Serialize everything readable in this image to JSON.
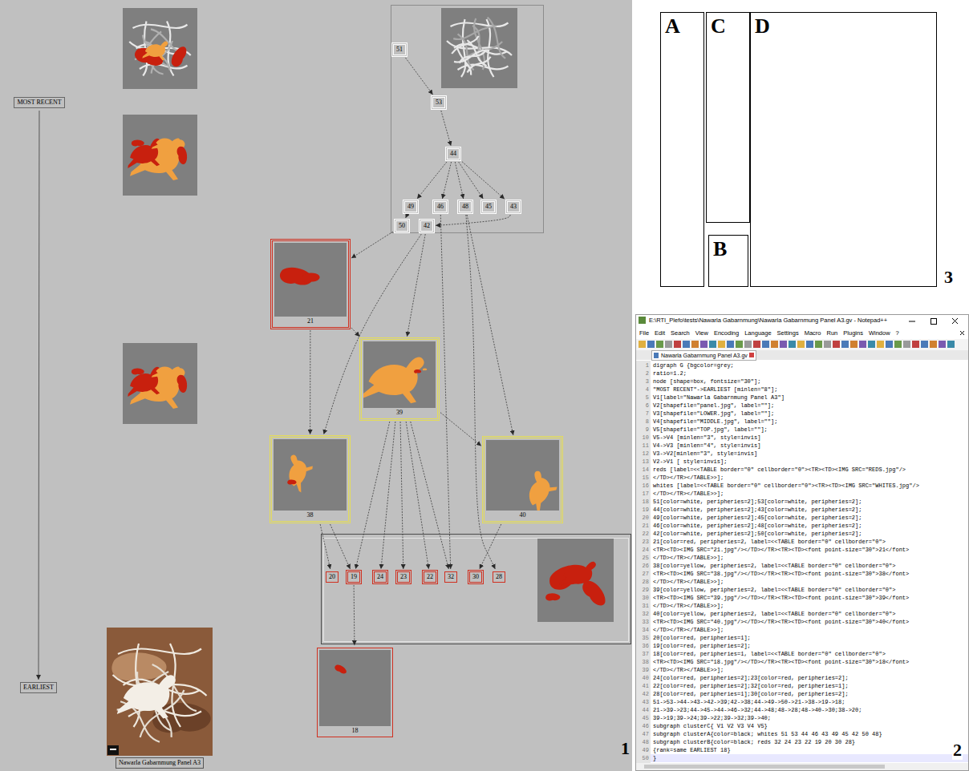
{
  "diagram": {
    "nodes": [
      {
        "text": [
          "MOST RECENT"
        ]
      },
      {
        "text": [
          "EARLIEST"
        ]
      },
      {
        "text": [
          "51"
        ]
      },
      {
        "text": [
          "53"
        ]
      },
      {
        "text": [
          "44"
        ]
      },
      {
        "text": [
          "49"
        ]
      },
      {
        "text": [
          "46"
        ]
      },
      {
        "text": [
          "48"
        ]
      },
      {
        "text": [
          "45"
        ]
      },
      {
        "text": [
          "43"
        ]
      },
      {
        "text": [
          "50"
        ]
      },
      {
        "text": [
          "42"
        ]
      },
      {
        "text": [
          "21"
        ]
      },
      {
        "text": [
          "39"
        ]
      },
      {
        "text": [
          "38"
        ]
      },
      {
        "text": [
          "40"
        ]
      },
      {
        "text": [
          "20"
        ]
      },
      {
        "text": [
          "19"
        ]
      },
      {
        "text": [
          "24"
        ]
      },
      {
        "text": [
          "23"
        ]
      },
      {
        "text": [
          "22"
        ]
      },
      {
        "text": [
          "32"
        ]
      },
      {
        "text": [
          "30"
        ]
      },
      {
        "text": [
          "28"
        ]
      },
      {
        "text": [
          "18"
        ]
      },
      {
        "text": [
          "Nawarla Gabarnmung Panel A3"
        ]
      },
      {
        "text": [
          "A"
        ]
      },
      {
        "text": [
          "C"
        ]
      },
      {
        "text": [
          "D"
        ]
      },
      {
        "text": [
          "B"
        ]
      }
    ],
    "edges": [
      {
        "from": 0,
        "to": 1,
        "arrow": "to"
      },
      {
        "from": 2,
        "to": 3,
        "arrow": "to"
      },
      {
        "from": 3,
        "to": 4,
        "arrow": "to"
      },
      {
        "from": 4,
        "to": 5,
        "arrow": "to"
      },
      {
        "from": 4,
        "to": 6,
        "arrow": "to"
      },
      {
        "from": 4,
        "to": 7,
        "arrow": "to"
      },
      {
        "from": 4,
        "to": 8,
        "arrow": "to"
      },
      {
        "from": 4,
        "to": 9,
        "arrow": "to"
      },
      {
        "from": 5,
        "to": 10,
        "arrow": "to"
      },
      {
        "from": 9,
        "to": 11,
        "arrow": "to"
      },
      {
        "from": 10,
        "to": 12,
        "arrow": "to"
      },
      {
        "from": 11,
        "to": 13,
        "arrow": "to"
      },
      {
        "from": 11,
        "to": 14,
        "arrow": "to"
      },
      {
        "from": 12,
        "to": 14,
        "arrow": "to"
      },
      {
        "from": 12,
        "to": 13,
        "arrow": "to"
      },
      {
        "from": 14,
        "to": 17,
        "arrow": "to"
      },
      {
        "from": 14,
        "to": 16,
        "arrow": "to"
      },
      {
        "from": 17,
        "to": 24,
        "arrow": "to"
      },
      {
        "from": 13,
        "to": 19,
        "arrow": "to"
      },
      {
        "from": 13,
        "to": 17,
        "arrow": "to"
      },
      {
        "from": 13,
        "to": 18,
        "arrow": "to"
      },
      {
        "from": 13,
        "to": 20,
        "arrow": "to"
      },
      {
        "from": 13,
        "to": 21,
        "arrow": "to"
      },
      {
        "from": 13,
        "to": 15,
        "arrow": "to"
      },
      {
        "from": 6,
        "to": 21,
        "arrow": "to"
      },
      {
        "from": 7,
        "to": 23,
        "arrow": "to"
      },
      {
        "from": 7,
        "to": 15,
        "arrow": "to"
      },
      {
        "from": 15,
        "to": 22,
        "arrow": "to"
      }
    ],
    "labels": [
      "1",
      "2",
      "3",
      "E:\\RTI_Plefo\\tests\\Nawarla Gabarnmung\\Nawarla Gabarnmung Panel A3.gv - Notepad++",
      "File",
      "Edit",
      "Search",
      "View",
      "Encoding",
      "Language",
      "Settings",
      "Macro",
      "Run",
      "Plugins",
      "Window",
      "?",
      "Nawarla Gabarnmung Panel A3.gv",
      "1",
      "2",
      "3",
      "4",
      "5",
      "6",
      "7",
      "8",
      "9",
      "10",
      "11",
      "12",
      "13",
      "14",
      "15",
      "16",
      "17",
      "18",
      "19",
      "20",
      "21",
      "22",
      "23",
      "24",
      "25",
      "26",
      "27",
      "28",
      "29",
      "30",
      "31",
      "32",
      "33",
      "34",
      "35",
      "36",
      "37",
      "38",
      "39",
      "40",
      "41",
      "42",
      "43",
      "44",
      "45",
      "46",
      "47",
      "48",
      "49",
      "50",
      "digraph G {bgcolor=grey;",
      "ratio=1.2;",
      "node [shape=box, fontsize=\"30\"];",
      "\"MOST RECENT\"->EARLIEST [minlen=\"8\"];",
      "V1[label=\"Nawarla Gabarnmung Panel A3\"]",
      "V2[shapefile=\"panel.jpg\", label=\"\"];",
      "V3[shapefile=\"LOWER.jpg\", label=\"\"];",
      "V4[shapefile=\"MIDDLE.jpg\", label=\"\"];",
      "V5[shapefile=\"TOP.jpg\", label=\"\"];",
      "V5->V4 [minlen=\"3\", style=invis]",
      "V4->V3 [minlen=\"4\", style=invis]",
      "V3->V2[minlen=\"3\", style=invis]",
      "V2->V1 [ style=invis];",
      "reds [label=<<TABLE border=\"0\" cellborder=\"0\"><TR><TD><IMG SRC=\"REDS.jpg\"/>",
      "</TD></TR></TABLE>>];",
      "whites [label=<<TABLE border=\"0\" cellborder=\"0\"><TR><TD><IMG SRC=\"WHITES.jpg\"/>",
      "</TD></TR></TABLE>>];",
      "51[color=white, peripheries=2];53[color=white, peripheries=2];",
      "44[color=white, peripheries=2];43[color=white, peripheries=2];",
      "49[color=white, peripheries=2];45[color=white, peripheries=2];",
      "46[color=white, peripheries=2];48[color=white, peripheries=2];",
      "42[color=white, peripheries=2];50[color=white, peripheries=2];",
      "21[color=red, peripheries=2, label=<<TABLE border=\"0\" cellborder=\"0\">",
      "<TR><TD><IMG SRC=\"21.jpg\"/></TD></TR><TR><TD><font point-size=\"30\">21</font>",
      "</TD></TR></TABLE>>];",
      "38[color=yellow, peripheries=2, label=<<TABLE border=\"0\" cellborder=\"0\">",
      "<TR><TD><IMG SRC=\"38.jpg\"/></TD></TR><TR><TD><font point-size=\"30\">38</font>",
      "</TD></TR></TABLE>>];",
      "39[color=yellow, peripheries=2, label=<<TABLE border=\"0\" cellborder=\"0\">",
      "<TR><TD><IMG SRC=\"39.jpg\"/></TD></TR><TR><TD><font point-size=\"30\">39</font>",
      "</TD></TR></TABLE>>];",
      "40[color=yellow, peripheries=2, label=<<TABLE border=\"0\" cellborder=\"0\">",
      "<TR><TD><IMG SRC=\"40.jpg\"/></TD></TR><TR><TD><font point-size=\"30\">40</font>",
      "</TD></TR></TABLE>>];",
      "20[color=red, peripheries=1];",
      "19[color=red, peripheries=2];",
      "18[color=red, peripheries=1, label=<<TABLE border=\"0\" cellborder=\"0\">",
      "<TR><TD><IMG SRC=\"18.jpg\"/></TD></TR><TR><TD><font point-size=\"30\">18</font>",
      "</TD></TR></TABLE>>];",
      "24[color=red, peripheries=2];23[color=red, peripheries=2];",
      "22[color=red, peripheries=2];32[color=red, peripheries=1];",
      "28[color=red, peripheries=1];30[color=red, peripheries=2];",
      "51->53->44->43->42->39;42->38;44->49->50->21->38->19->18;",
      "21->39->23;44->45->44->46->32;44->48;48->28;48->40->30;38->20;",
      "39->19;39->24;39->22;39->32;39->40;",
      "subgraph clusterC{ V1 V2 V3 V4 V5}",
      "subgraph clusterA{color=black; whites 51 53 44 46 43 49 45 42 50 48}",
      "subgraph clusterB{color=black; reds 32 24 23 22 19 20 30 28}",
      "{rank=same EARLIEST 18}",
      "}"
    ]
  }
}
